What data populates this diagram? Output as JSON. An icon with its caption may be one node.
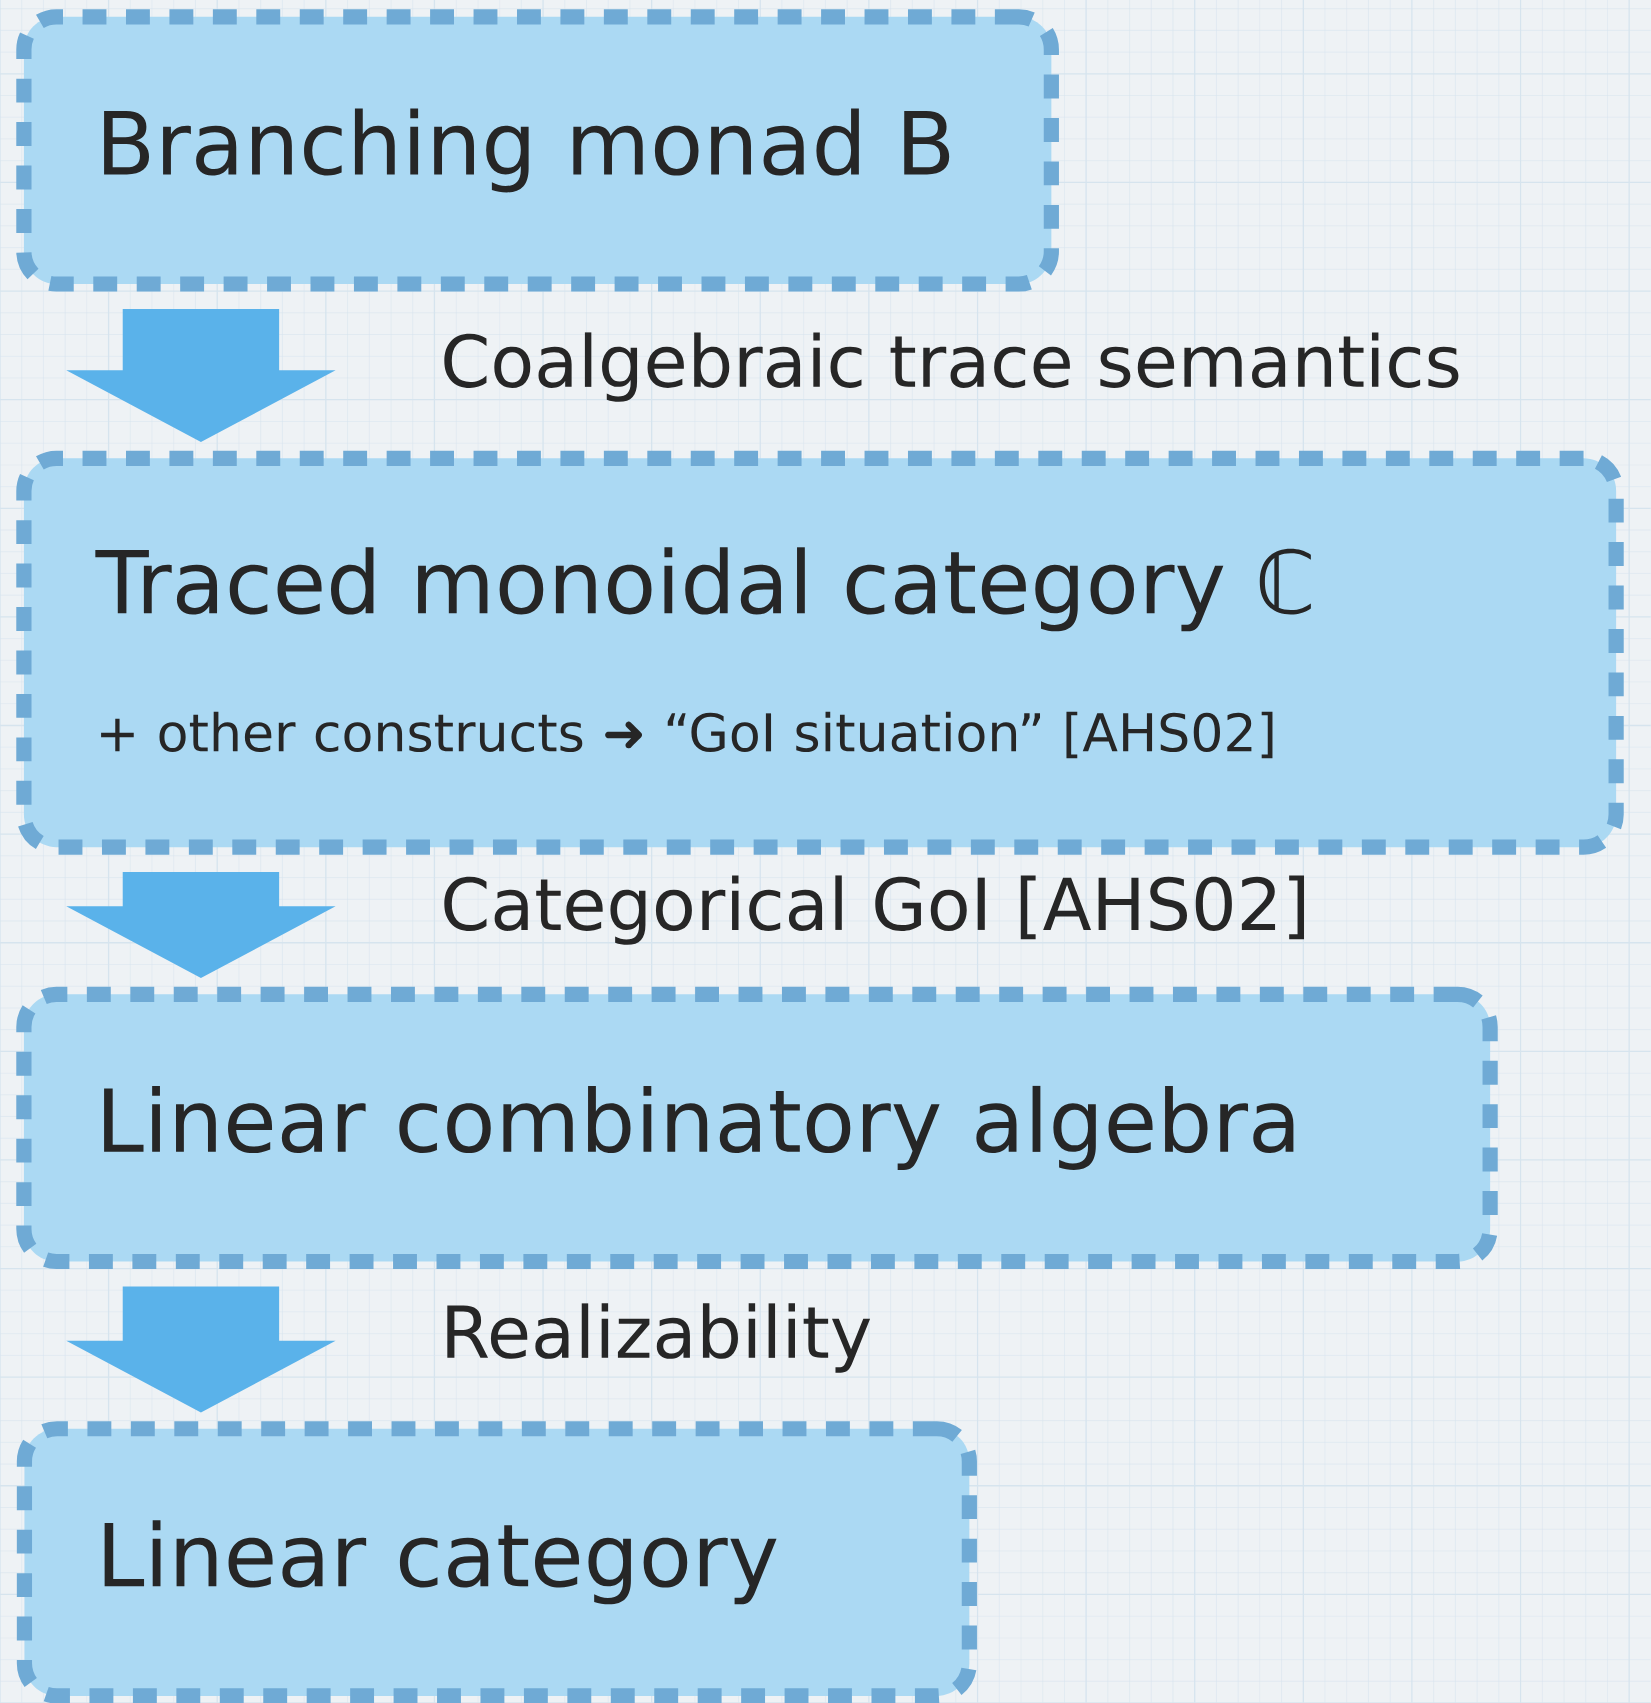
{
  "diagram": {
    "nodes": [
      {
        "text": [
          "Branching monad B"
        ]
      },
      {
        "text": [
          "Traced monoidal category ℂ",
          "+ other constructs ➜ “GoI situation” [AHS02]"
        ]
      },
      {
        "text": [
          "Linear combinatory algebra"
        ]
      },
      {
        "text": [
          "Linear category"
        ]
      }
    ],
    "edges": [
      {
        "from": 0,
        "to": 1,
        "arrow": "to",
        "label": "Coalgebraic trace semantics"
      },
      {
        "from": 1,
        "to": 2,
        "arrow": "to",
        "label": "Categorical GoI [AHS02]"
      },
      {
        "from": 2,
        "to": 3,
        "arrow": "to",
        "label": "Realizability"
      }
    ]
  }
}
